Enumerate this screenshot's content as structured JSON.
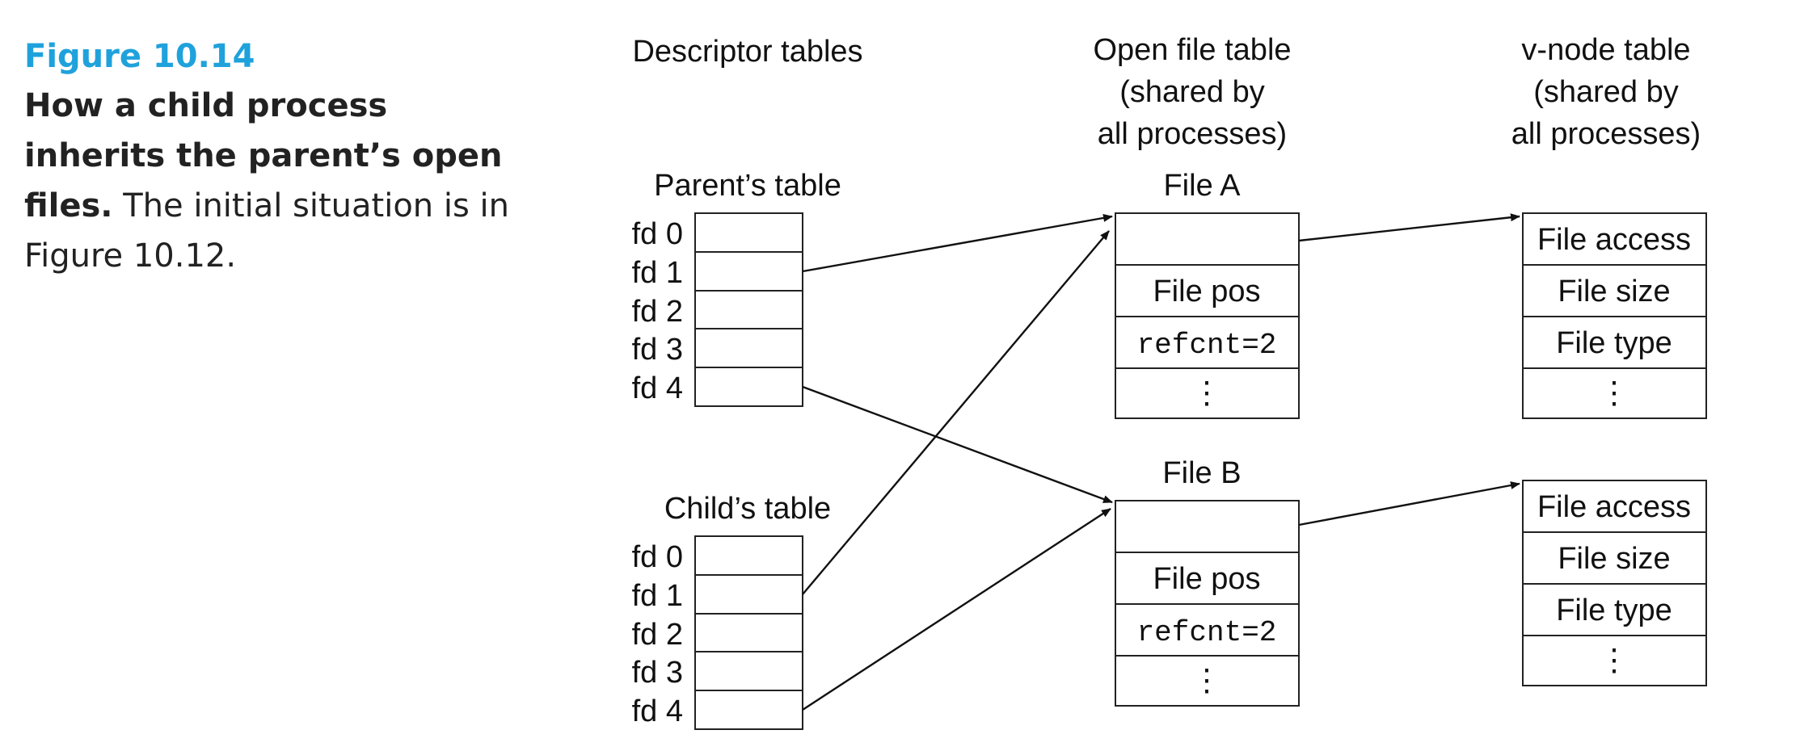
{
  "caption": {
    "figure_number": "Figure 10.14",
    "title": "How a child process inherits the parent’s open files.",
    "text": " The initial situation is in Figure 10.12."
  },
  "headers": {
    "descriptor_tables": "Descriptor tables",
    "open_file_table": [
      "Open file table",
      "(shared by",
      "all processes)"
    ],
    "vnode_table": [
      "v-node table",
      "(shared by",
      "all processes)"
    ]
  },
  "parent_table": {
    "title": "Parent’s table",
    "rows": [
      "fd 0",
      "fd 1",
      "fd 2",
      "fd 3",
      "fd 4"
    ]
  },
  "child_table": {
    "title": "Child’s table",
    "rows": [
      "fd 0",
      "fd 1",
      "fd 2",
      "fd 3",
      "fd 4"
    ]
  },
  "file_a": {
    "title": "File A",
    "cells": [
      "",
      "File pos",
      "refcnt=2",
      "⋮"
    ]
  },
  "file_b": {
    "title": "File B",
    "cells": [
      "",
      "File pos",
      "refcnt=2",
      "⋮"
    ]
  },
  "vnode_a": {
    "cells": [
      "File access",
      "File size",
      "File type",
      "⋮"
    ]
  },
  "vnode_b": {
    "cells": [
      "File access",
      "File size",
      "File type",
      "⋮"
    ]
  }
}
